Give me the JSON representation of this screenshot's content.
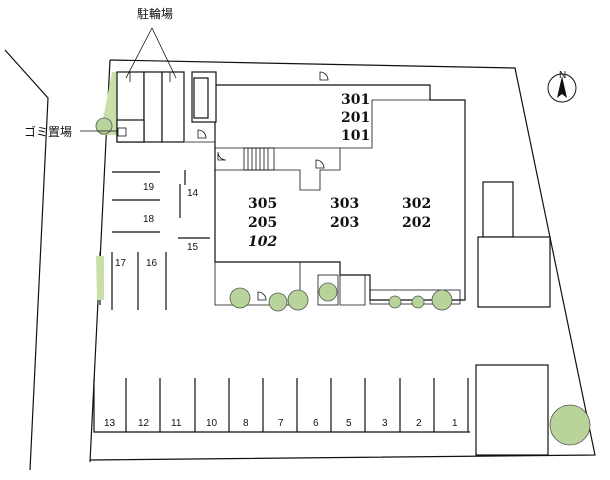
{
  "labels": {
    "bicycle_parking": "駐輪場",
    "garbage": "ゴミ置場",
    "north": "N"
  },
  "units": {
    "left_column": [
      "305",
      "205",
      "102"
    ],
    "middle_column": [
      "303",
      "203"
    ],
    "right_column": [
      "302",
      "202"
    ],
    "top_block": [
      "301",
      "201",
      "101"
    ]
  },
  "parking_bottom": [
    "13",
    "12",
    "11",
    "10",
    "8",
    "7",
    "6",
    "5",
    "3",
    "2",
    "1"
  ],
  "parking_side": {
    "p14": "14",
    "p15": "15",
    "p16": "16",
    "p17": "17",
    "p18": "18",
    "p19": "19"
  },
  "colors": {
    "greenery": "#c8e0a8",
    "tree": "#b8d49a"
  }
}
